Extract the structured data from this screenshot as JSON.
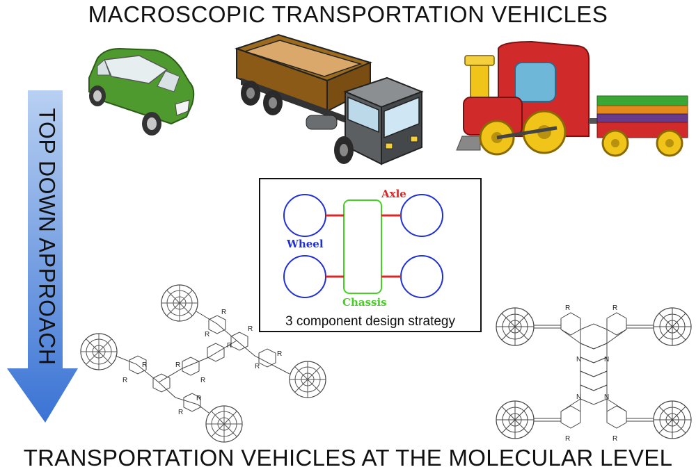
{
  "title_top": "MACROSCOPIC TRANSPORTATION VEHICLES",
  "title_bottom": "TRANSPORTATION VEHICLES AT THE MOLECULAR LEVEL",
  "arrow_label": "TOP DOWN APPROACH",
  "strategy": {
    "axle_label": "Axle",
    "wheel_label": "Wheel",
    "chassis_label": "Chassis",
    "caption": "3 component design strategy"
  },
  "molecule_labels": {
    "r": "R",
    "n": "N"
  },
  "colors": {
    "arrow_top": "#a9c6ee",
    "arrow_bottom": "#3d78d6",
    "axle": "#d62828",
    "wheel": "#1f2fd6",
    "chassis": "#43d11f",
    "car_body": "#4f9a2e",
    "truck_bed": "#8a5a16",
    "truck_cab": "#5c5f62",
    "train_body": "#d12a2a",
    "train_yellow": "#f0c419"
  }
}
